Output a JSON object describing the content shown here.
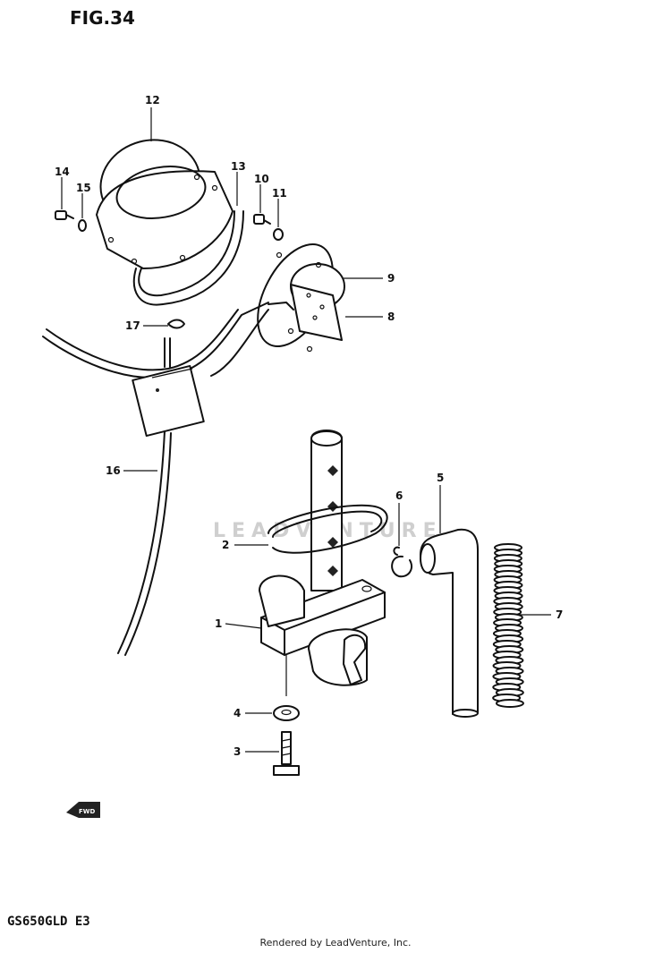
{
  "figure": {
    "title": "FIG.34",
    "model_code": "GS650GLD E3",
    "watermark": "LEADVENTURE",
    "footer": "Rendered by LeadVenture, Inc.",
    "fwd_label": "FWD"
  },
  "callouts": [
    {
      "id": "c12",
      "label": "12"
    },
    {
      "id": "c13",
      "label": "13"
    },
    {
      "id": "c14",
      "label": "14"
    },
    {
      "id": "c15",
      "label": "15"
    },
    {
      "id": "c10",
      "label": "10"
    },
    {
      "id": "c11",
      "label": "11"
    },
    {
      "id": "c9",
      "label": "9"
    },
    {
      "id": "c8",
      "label": "8"
    },
    {
      "id": "c17",
      "label": "17"
    },
    {
      "id": "c16",
      "label": "16"
    },
    {
      "id": "c2",
      "label": "2"
    },
    {
      "id": "c1",
      "label": "1"
    },
    {
      "id": "c6",
      "label": "6"
    },
    {
      "id": "c5",
      "label": "5"
    },
    {
      "id": "c7",
      "label": "7"
    },
    {
      "id": "c4",
      "label": "4"
    },
    {
      "id": "c3",
      "label": "3"
    }
  ]
}
